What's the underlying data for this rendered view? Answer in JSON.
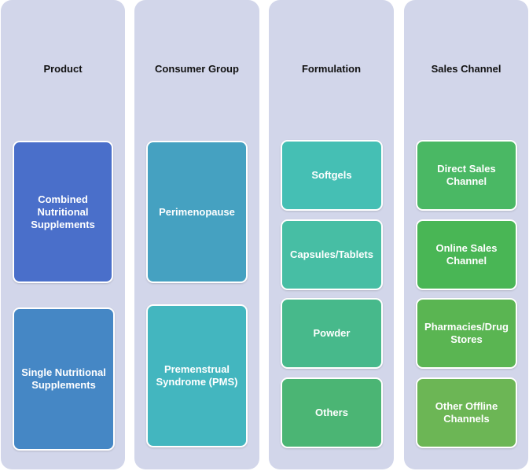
{
  "columns": [
    {
      "title": "Product",
      "items": [
        {
          "label": "Combined Nutritional Supplements",
          "color": "#4a6fca"
        },
        {
          "label": "Single Nutritional Supplements",
          "color": "#4587c5"
        }
      ]
    },
    {
      "title": "Consumer Group",
      "items": [
        {
          "label": "Perimenopause",
          "color": "#45a1c1"
        },
        {
          "label": "Premenstrual Syndrome (PMS)",
          "color": "#43b6bf"
        }
      ]
    },
    {
      "title": "Formulation",
      "items": [
        {
          "label": "Softgels",
          "color": "#45bfb4"
        },
        {
          "label": "Capsules/Tablets",
          "color": "#47bea4"
        },
        {
          "label": "Powder",
          "color": "#47b98b"
        },
        {
          "label": "Others",
          "color": "#4bb574"
        }
      ]
    },
    {
      "title": "Sales Channel",
      "items": [
        {
          "label": "Direct Sales Channel",
          "color": "#4ab864"
        },
        {
          "label": "Online Sales Channel",
          "color": "#49b655"
        },
        {
          "label": "Pharmacies/Drug Stores",
          "color": "#5ab552"
        },
        {
          "label": "Other Offline Channels",
          "color": "#6cb655"
        }
      ]
    }
  ]
}
